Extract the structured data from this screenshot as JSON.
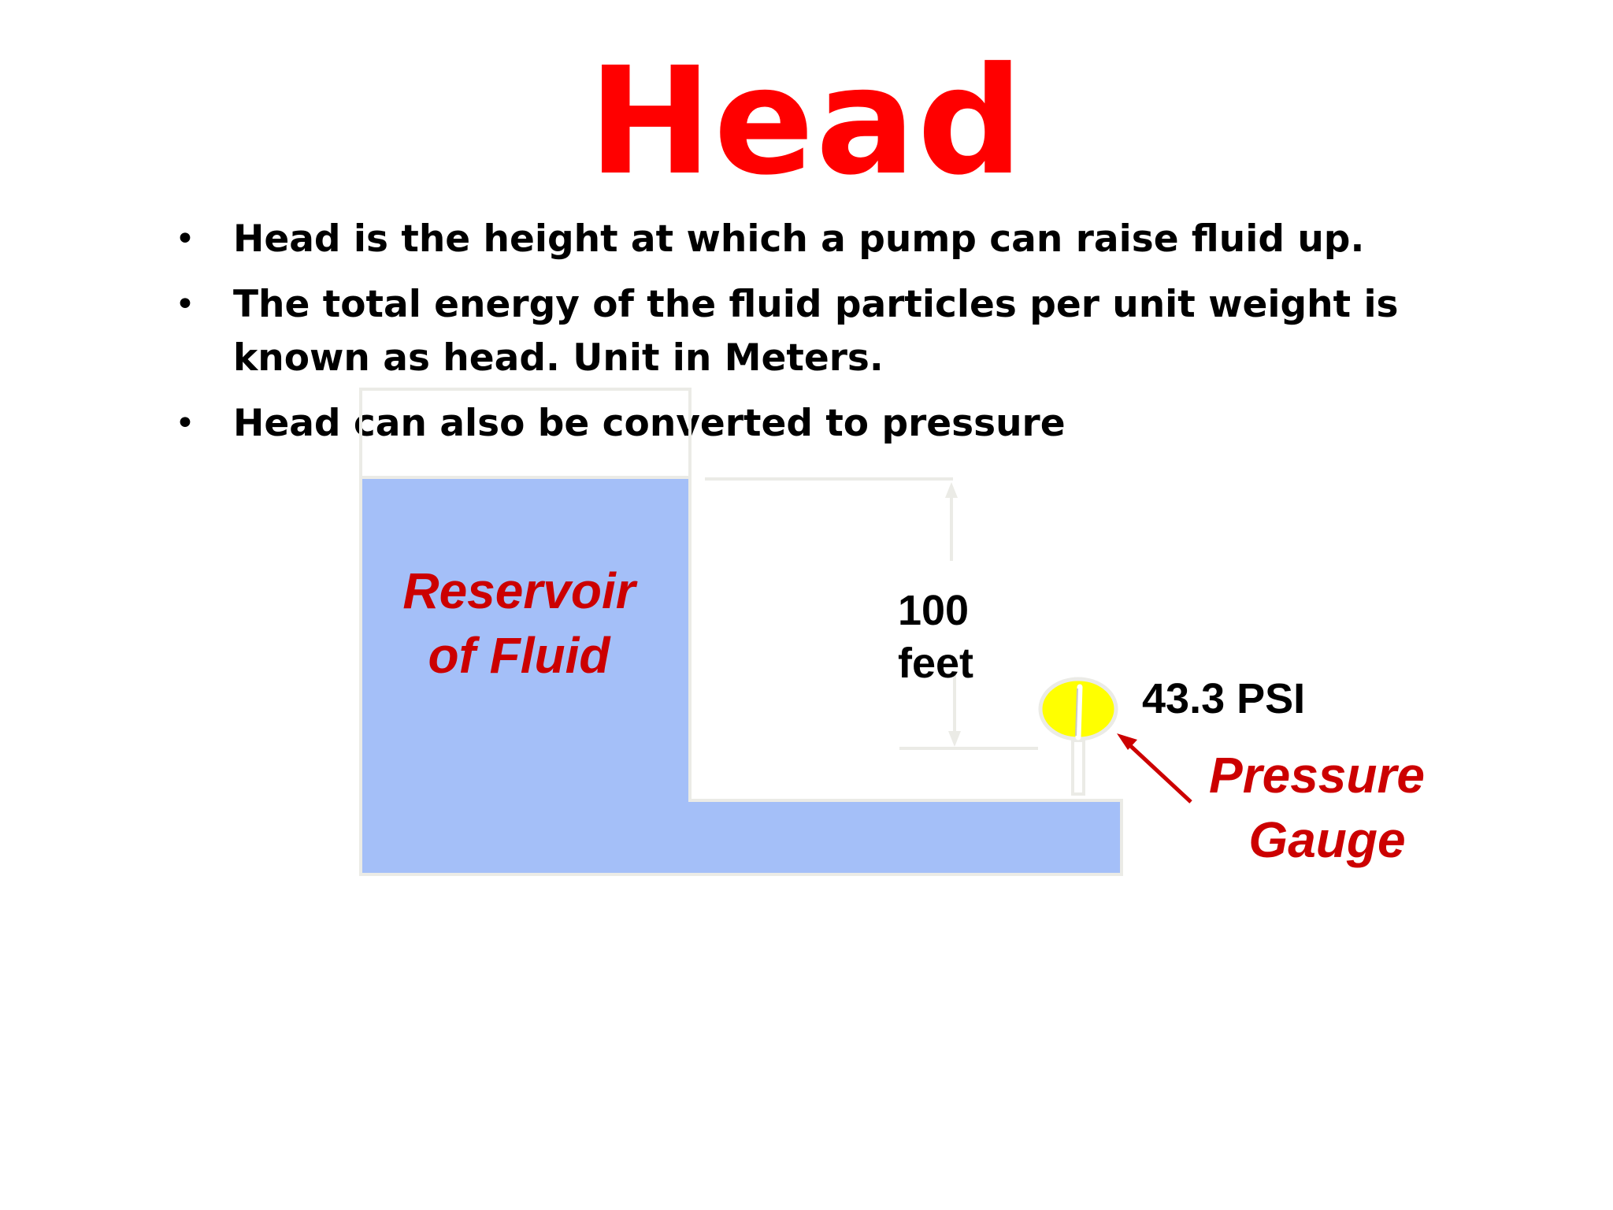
{
  "slide": {
    "title": "Head",
    "bullets": [
      "Head is the height at which a pump can raise fluid up.",
      "The total energy of the fluid particles per unit weight is known as head. Unit in Meters.",
      "Head can also be converted to pressure"
    ]
  },
  "diagram": {
    "reservoir_label": [
      "Reservoir",
      "of Fluid"
    ],
    "height_label": [
      "100",
      "feet"
    ],
    "pressure_reading": "43.3 PSI",
    "gauge_label": [
      "Pressure",
      "Gauge"
    ]
  },
  "colors": {
    "title": "#ff0000",
    "fluid": "#a4bff8",
    "label_red": "#cc0000",
    "gauge": "#ffff00"
  }
}
